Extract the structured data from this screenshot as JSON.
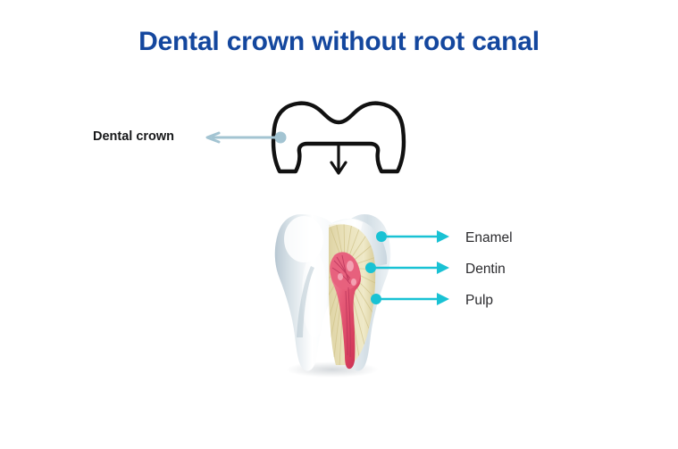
{
  "page": {
    "title": "Dental crown without root canal",
    "background_color": "#ffffff"
  },
  "colors": {
    "title_blue": "#14479e",
    "crown_arrow_blue": "#a3c4d2",
    "label_arrow_cyan": "#19c2d4",
    "label_text": "#2b2b2e",
    "crown_outline": "#111111",
    "enamel_light": "#ffffff",
    "enamel_shade": "#c2d0da",
    "dentin": "#e9e1b9",
    "dentin_shade": "#d8cd9b",
    "pulp_light": "#ea6e86",
    "pulp_dark": "#cf3352"
  },
  "crown_callout": {
    "label": "Dental crown",
    "arrow_direction": "left",
    "dot_icon": "anchor-dot-icon",
    "arrow_icon": "left-arrow-icon"
  },
  "crown_diagram": {
    "name": "dental-crown-cap",
    "down_arrow_icon": "down-arrow-icon",
    "description_icon": "crown-cap-icon"
  },
  "tooth_diagram": {
    "name": "molar-cross-section",
    "shadow_icon": "tooth-shadow-icon"
  },
  "part_labels": [
    {
      "id": "enamel",
      "label": "Enamel",
      "dot_icon": "anchor-dot-icon",
      "arrow_icon": "right-arrow-icon"
    },
    {
      "id": "dentin",
      "label": "Dentin",
      "dot_icon": "anchor-dot-icon",
      "arrow_icon": "right-arrow-icon"
    },
    {
      "id": "pulp",
      "label": "Pulp",
      "dot_icon": "anchor-dot-icon",
      "arrow_icon": "right-arrow-icon"
    }
  ]
}
